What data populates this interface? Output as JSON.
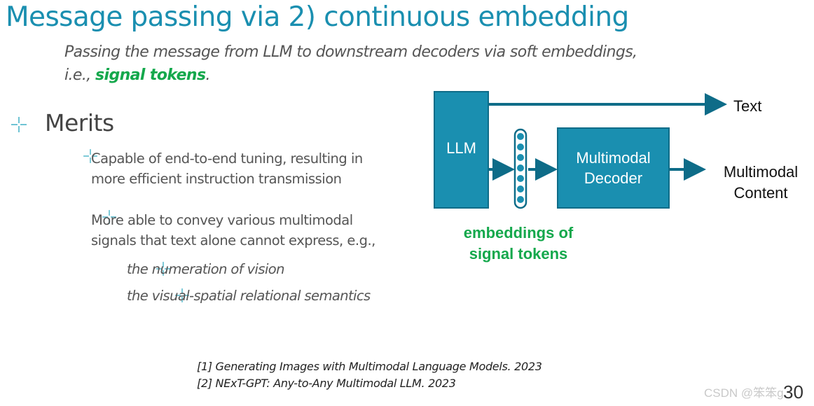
{
  "slide": {
    "title": "Message passing via 2) continuous embedding",
    "subtitle_line1": "Passing the message from LLM to downstream decoders via soft embeddings,",
    "subtitle_prefix": "i.e., ",
    "subtitle_highlight": "signal tokens",
    "subtitle_suffix": ".",
    "merits_label": "Merits",
    "bullets": [
      "Capable of end-to-end tuning, resulting in more efficient instruction transmission",
      "More able to convey various multimodal signals that text alone cannot express, e.g.,"
    ],
    "subbullets": [
      "the numeration of vision",
      "the visual-spatial relational semantics"
    ],
    "references": [
      "[1] Generating Images with Multimodal Language Models. 2023",
      "[2] NExT-GPT: Any-to-Any Multimodal LLM. 2023"
    ],
    "page_number": "30",
    "watermark": "CSDN @笨笨g"
  },
  "diagram": {
    "llm_label": "LLM",
    "decoder_label": "Multimodal Decoder",
    "output_text_label": "Text",
    "output_mm_label": "Multimodal Content",
    "embeddings_label": "embeddings of signal tokens",
    "colors": {
      "box": "#1a8fb0",
      "border": "#0e6c88",
      "arrow": "#0e6c88",
      "highlight": "#14a84c"
    }
  }
}
